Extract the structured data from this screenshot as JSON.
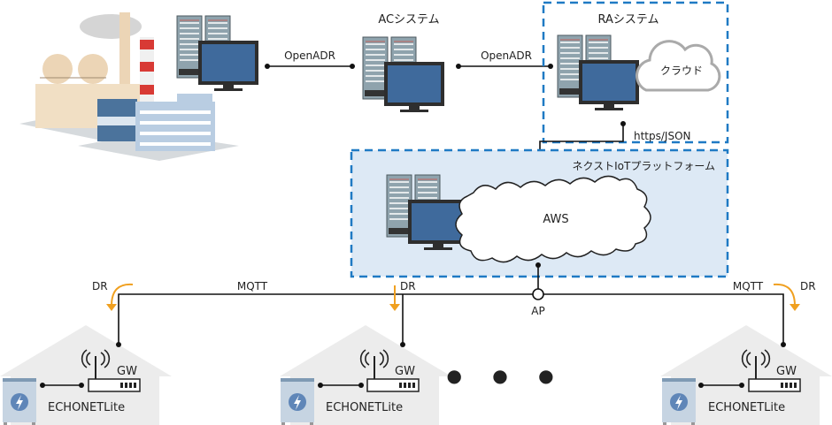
{
  "diagram": {
    "power_plant": {
      "label": ""
    },
    "ac_system": {
      "label": "ACシステム"
    },
    "ra_system": {
      "label": "RAシステム",
      "cloud_label": "クラウド"
    },
    "platform": {
      "label": "ネクストIoTプラットフォーム",
      "cloud_label": "AWS"
    },
    "links": {
      "plant_to_ac": "OpenADR",
      "ac_to_ra": "OpenADR",
      "ra_to_platform": "https/JSON",
      "mqtt_left": "MQTT",
      "mqtt_right": "MQTT",
      "ap": "AP"
    },
    "homes": [
      {
        "dr_label": "DR",
        "gw_label": "GW",
        "protocol_label": "ECHONETLite"
      },
      {
        "dr_label": "DR",
        "gw_label": "GW",
        "protocol_label": "ECHONETLite"
      },
      {
        "dr_label": "DR",
        "gw_label": "GW",
        "protocol_label": "ECHONETLite"
      }
    ],
    "ellipsis": "● ● ●"
  },
  "colors": {
    "dashed_border": "#1f7ac4",
    "platform_bg": "#dde9f5",
    "monitor_screen": "#3f6a9c",
    "dr_arrow": "#f0a020",
    "house": "#ececec"
  }
}
